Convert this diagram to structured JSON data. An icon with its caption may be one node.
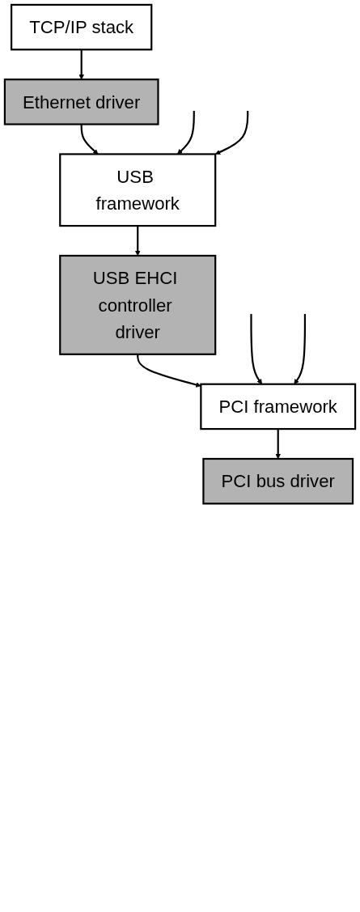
{
  "diagram": {
    "nodes": [
      {
        "text": [
          "TCP/IP stack"
        ]
      },
      {
        "text": [
          "Ethernet driver"
        ]
      },
      {
        "text": [
          "USB framework"
        ]
      },
      {
        "text": [
          "USB EHCI controller driver"
        ]
      },
      {
        "text": [
          "PCI framework"
        ]
      },
      {
        "text": [
          "PCI bus driver"
        ]
      }
    ],
    "edges": [
      {
        "from": 0,
        "to": 1,
        "arrow": "to"
      },
      {
        "from": 1,
        "to": 2,
        "arrow": "to"
      },
      {
        "from": null,
        "to": 2,
        "arrow": "to"
      },
      {
        "from": null,
        "to": 2,
        "arrow": "to"
      },
      {
        "from": 2,
        "to": 3,
        "arrow": "to"
      },
      {
        "from": 3,
        "to": 4,
        "arrow": "to"
      },
      {
        "from": null,
        "to": 4,
        "arrow": "to"
      },
      {
        "from": null,
        "to": 4,
        "arrow": "to"
      },
      {
        "from": 4,
        "to": 5,
        "arrow": "to"
      }
    ]
  }
}
